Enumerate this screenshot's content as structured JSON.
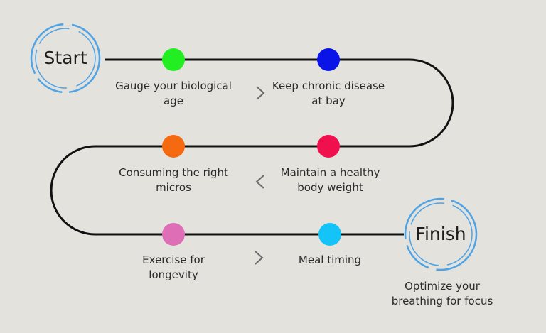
{
  "start_label": "Start",
  "finish_label": "Finish",
  "steps": [
    {
      "text": "Gauge your biological age",
      "color": "#22ee22"
    },
    {
      "text": "Keep chronic disease at bay",
      "color": "#0a14e6"
    },
    {
      "text": "Maintain a healthy body weight",
      "color": "#f0104e"
    },
    {
      "text": "Consuming the right micros",
      "color": "#f56a10"
    },
    {
      "text": "Exercise for longevity",
      "color": "#de6fb6"
    },
    {
      "text": "Meal timing",
      "color": "#14c3f7"
    },
    {
      "text": "Optimize your breathing for focus"
    }
  ],
  "colors": {
    "path": "#111111",
    "ring": "#4ea3e6",
    "chevron": "#6b6b6b",
    "background": "#e3e2dc"
  }
}
